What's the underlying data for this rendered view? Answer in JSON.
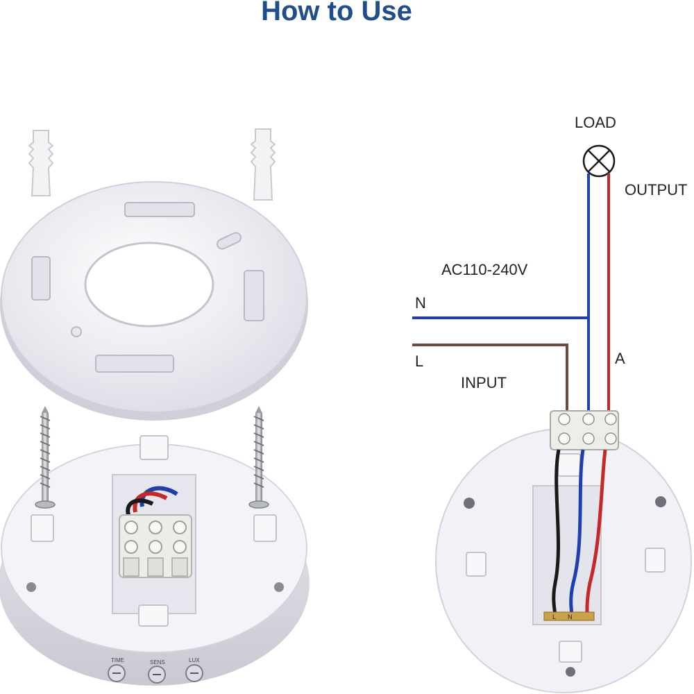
{
  "title": "How to Use",
  "wiring": {
    "load_label": "LOAD",
    "output_label": "OUTPUT",
    "voltage_label": "AC110-240V",
    "neutral_label": "N",
    "live_label": "L",
    "terminal_a_label": "A",
    "input_label": "INPUT"
  },
  "device_controls": {
    "time": "TIME",
    "sens": "SENS",
    "lux": "LUX"
  },
  "terminal_markings": {
    "n": "N",
    "l": "L"
  },
  "colors": {
    "title": "#1f4e8c",
    "neutral_wire": "#1f3fb0",
    "live_wire": "#c62828",
    "input_wire": "#6d4c3d",
    "black_wire": "#1a1a1a",
    "device_body": "#f1f1f7"
  }
}
